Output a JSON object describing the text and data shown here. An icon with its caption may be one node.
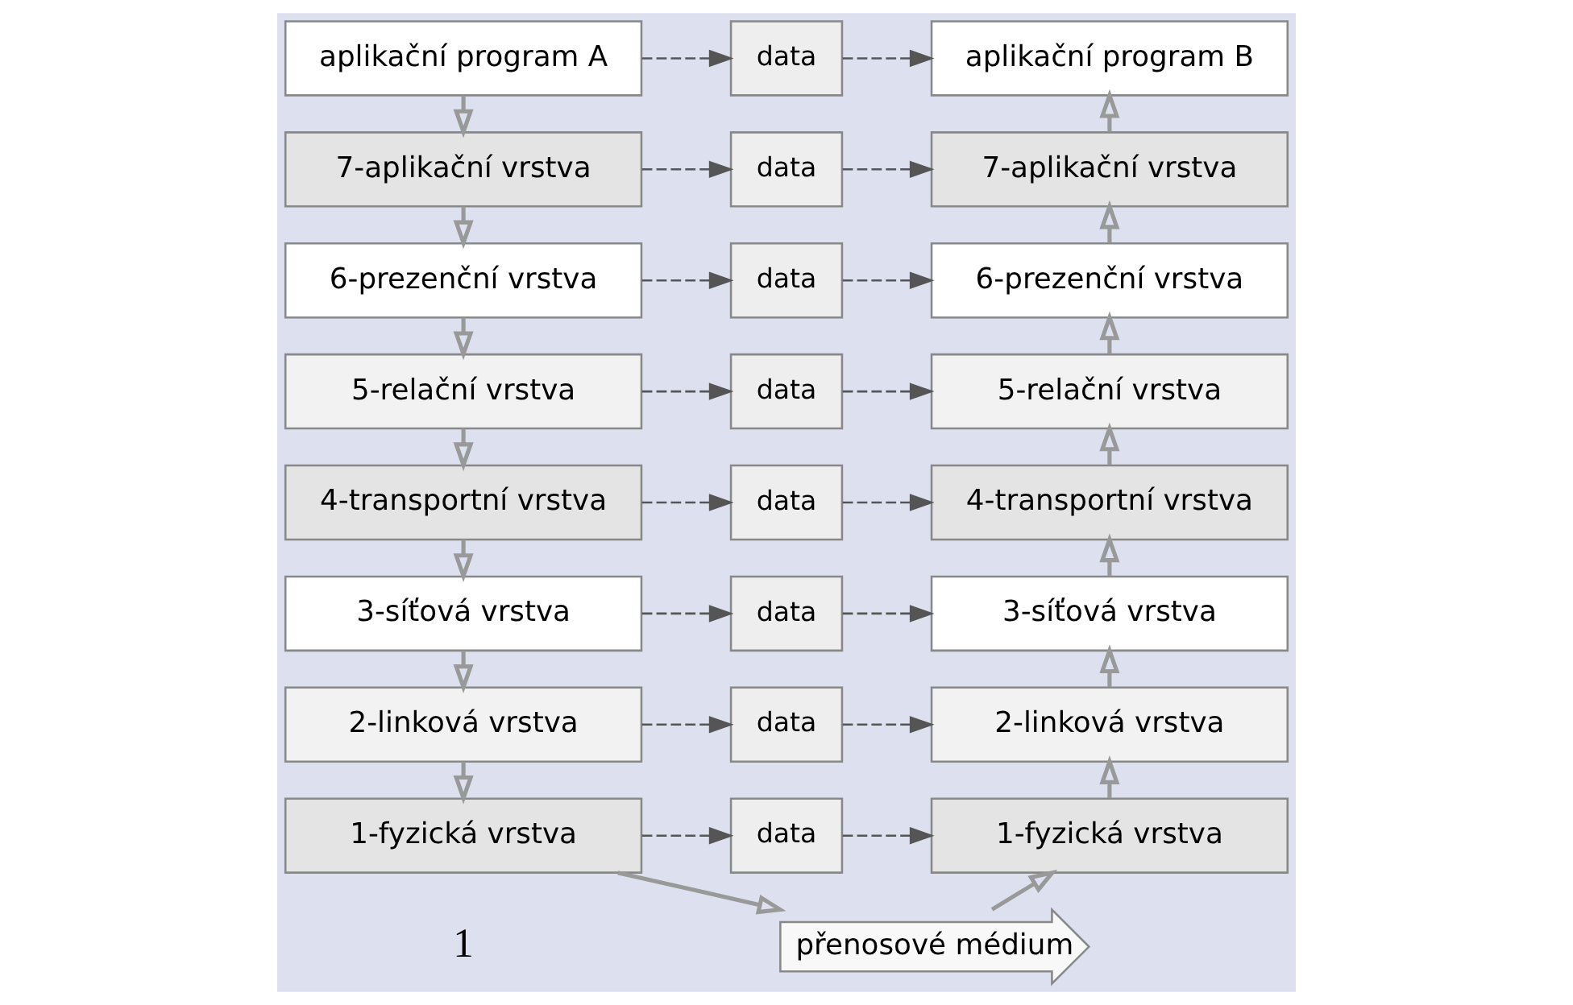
{
  "diagram": {
    "nodes": [
      {
        "text": [
          "aplikační program A"
        ]
      },
      {
        "text": [
          "data"
        ]
      },
      {
        "text": [
          "aplikační program B"
        ]
      },
      {
        "text": [
          "7-aplikační vrstva"
        ]
      },
      {
        "text": [
          "data"
        ]
      },
      {
        "text": [
          "7-aplikační vrstva"
        ]
      },
      {
        "text": [
          "6-prezenční vrstva"
        ]
      },
      {
        "text": [
          "data"
        ]
      },
      {
        "text": [
          "6-prezenční vrstva"
        ]
      },
      {
        "text": [
          "5-relační vrstva"
        ]
      },
      {
        "text": [
          "data"
        ]
      },
      {
        "text": [
          "5-relační vrstva"
        ]
      },
      {
        "text": [
          "4-transportní vrstva"
        ]
      },
      {
        "text": [
          "data"
        ]
      },
      {
        "text": [
          "4-transportní vrstva"
        ]
      },
      {
        "text": [
          "3-síťová vrstva"
        ]
      },
      {
        "text": [
          "data"
        ]
      },
      {
        "text": [
          "3-síťová vrstva"
        ]
      },
      {
        "text": [
          "2-linková vrstva"
        ]
      },
      {
        "text": [
          "data"
        ]
      },
      {
        "text": [
          "2-linková vrstva"
        ]
      },
      {
        "text": [
          "1-fyzická vrstva"
        ]
      },
      {
        "text": [
          "data"
        ]
      },
      {
        "text": [
          "1-fyzická vrstva"
        ]
      },
      {
        "text": [
          "přenosové médium"
        ]
      }
    ],
    "edges": [
      {
        "from": 0,
        "to": 1,
        "arrow": "to",
        "style": "dashed"
      },
      {
        "from": 1,
        "to": 2,
        "arrow": "to",
        "style": "dashed"
      },
      {
        "from": 3,
        "to": 4,
        "arrow": "to",
        "style": "dashed"
      },
      {
        "from": 4,
        "to": 5,
        "arrow": "to",
        "style": "dashed"
      },
      {
        "from": 6,
        "to": 7,
        "arrow": "to",
        "style": "dashed"
      },
      {
        "from": 7,
        "to": 8,
        "arrow": "to",
        "style": "dashed"
      },
      {
        "from": 9,
        "to": 10,
        "arrow": "to",
        "style": "dashed"
      },
      {
        "from": 10,
        "to": 11,
        "arrow": "to",
        "style": "dashed"
      },
      {
        "from": 12,
        "to": 13,
        "arrow": "to",
        "style": "dashed"
      },
      {
        "from": 13,
        "to": 14,
        "arrow": "to",
        "style": "dashed"
      },
      {
        "from": 15,
        "to": 16,
        "arrow": "to",
        "style": "dashed"
      },
      {
        "from": 16,
        "to": 17,
        "arrow": "to",
        "style": "dashed"
      },
      {
        "from": 18,
        "to": 19,
        "arrow": "to",
        "style": "dashed"
      },
      {
        "from": 19,
        "to": 20,
        "arrow": "to",
        "style": "dashed"
      },
      {
        "from": 21,
        "to": 22,
        "arrow": "to",
        "style": "dashed"
      },
      {
        "from": 22,
        "to": 23,
        "arrow": "to",
        "style": "dashed"
      },
      {
        "from": 0,
        "to": 3,
        "arrow": "to"
      },
      {
        "from": 3,
        "to": 6,
        "arrow": "to"
      },
      {
        "from": 6,
        "to": 9,
        "arrow": "to"
      },
      {
        "from": 9,
        "to": 12,
        "arrow": "to"
      },
      {
        "from": 12,
        "to": 15,
        "arrow": "to"
      },
      {
        "from": 15,
        "to": 18,
        "arrow": "to"
      },
      {
        "from": 18,
        "to": 21,
        "arrow": "to"
      },
      {
        "from": 21,
        "to": 24,
        "arrow": "to"
      },
      {
        "from": 24,
        "to": 23,
        "arrow": "to"
      },
      {
        "from": 23,
        "to": 20,
        "arrow": "to"
      },
      {
        "from": 20,
        "to": 17,
        "arrow": "to"
      },
      {
        "from": 17,
        "to": 14,
        "arrow": "to"
      },
      {
        "from": 14,
        "to": 11,
        "arrow": "to"
      },
      {
        "from": 11,
        "to": 8,
        "arrow": "to"
      },
      {
        "from": 8,
        "to": 5,
        "arrow": "to"
      },
      {
        "from": 5,
        "to": 2,
        "arrow": "to"
      }
    ],
    "labels": [
      "1"
    ]
  }
}
